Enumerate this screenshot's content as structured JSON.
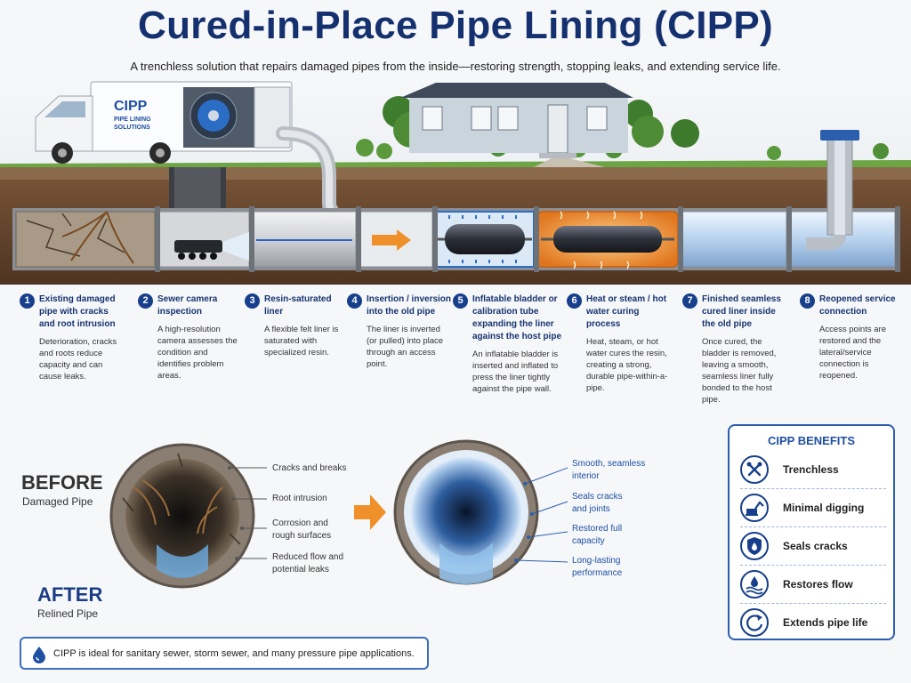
{
  "header": {
    "title": "Cured-in-Place Pipe Lining (CIPP)",
    "subtitle": "A trenchless solution that repairs damaged pipes from the inside—restoring strength, stopping leaks, and extending service life."
  },
  "truck": {
    "brand": "CIPP",
    "tagline_1": "PIPE LINING",
    "tagline_2": "SOLUTIONS"
  },
  "steps": [
    {
      "num": "1",
      "title": "Existing damaged pipe with cracks and root intrusion",
      "desc": "Deterioration, cracks and roots reduce capacity and can cause leaks."
    },
    {
      "num": "2",
      "title": "Sewer camera inspection",
      "desc": "A high-resolution camera assesses the condition and identifies problem areas."
    },
    {
      "num": "3",
      "title": "Resin-saturated liner",
      "desc": "A flexible felt liner is saturated with specialized resin."
    },
    {
      "num": "4",
      "title": "Insertion / inversion into the old pipe",
      "desc": "The liner is inverted (or pulled) into place through an access point."
    },
    {
      "num": "5",
      "title": "Inflatable bladder or calibration tube expanding the liner against the host pipe",
      "desc": "An inflatable bladder is inserted and inflated to press the liner tightly against the pipe wall."
    },
    {
      "num": "6",
      "title": "Heat or steam / hot water curing process",
      "desc": "Heat, steam, or hot water cures the resin, creating a strong, durable pipe-within-a-pipe."
    },
    {
      "num": "7",
      "title": "Finished seamless cured liner inside the old pipe",
      "desc": "Once cured, the bladder is removed, leaving a smooth, seamless liner fully bonded to the host pipe."
    },
    {
      "num": "8",
      "title": "Reopened service connection",
      "desc": "Access points are restored and the lateral/service connection is reopened."
    }
  ],
  "before": {
    "heading": "BEFORE",
    "subheading": "Damaged Pipe",
    "labels": [
      "Cracks and breaks",
      "Root intrusion",
      "Corrosion and rough surfaces",
      "Reduced flow and potential leaks"
    ]
  },
  "after": {
    "heading": "AFTER",
    "subheading": "Relined Pipe",
    "labels": [
      "Smooth, seamless interior",
      "Seals cracks and joints",
      "Restored full capacity",
      "Long-lasting performance"
    ]
  },
  "benefits": {
    "title": "CIPP BENEFITS",
    "items": [
      {
        "label": "Trenchless",
        "icon": "tools-icon"
      },
      {
        "label": "Minimal digging",
        "icon": "excavator-icon"
      },
      {
        "label": "Seals cracks",
        "icon": "shield-drop-icon"
      },
      {
        "label": "Restores flow",
        "icon": "water-flow-icon"
      },
      {
        "label": "Extends pipe life",
        "icon": "cycle-arrow-icon"
      }
    ]
  },
  "footer_note": "CIPP is ideal for sanitary sewer, storm sewer, and many pressure pipe applications.",
  "colors": {
    "brand_navy": "#14306e",
    "accent_blue": "#1e4fa3",
    "accent_orange": "#f0902a",
    "soil": "#6b4a30",
    "grass": "#5e9a3a"
  }
}
